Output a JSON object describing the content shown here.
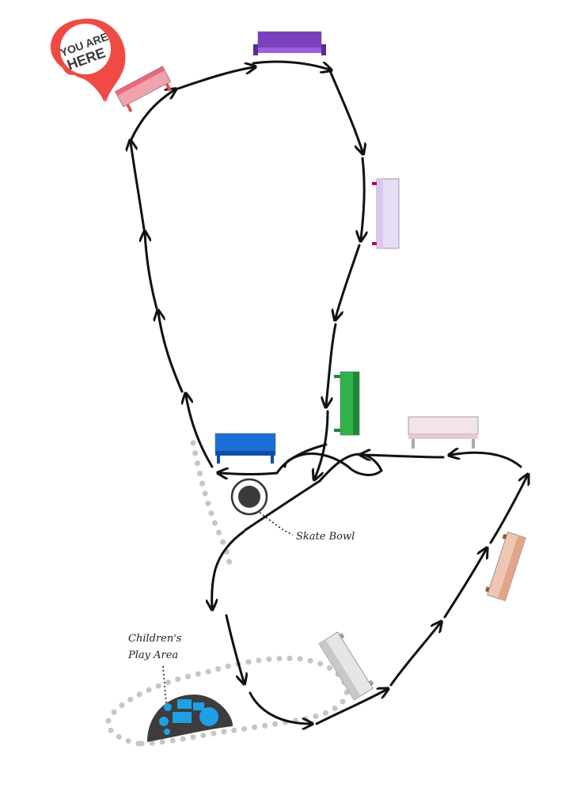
{
  "markers": {
    "you_are_here": {
      "line1": "YOU ARE",
      "line2": "HERE",
      "color": "#ef4a43"
    },
    "skate_bowl": {
      "label": "Skate Bowl"
    },
    "play_area": {
      "label_line1": "Children's",
      "label_line2": "Play Area"
    }
  },
  "route": {
    "direction_upper_loop": "clockwise",
    "direction_lower_loop": "counter-clockwise",
    "path_style": "hand-drawn black arrows",
    "footpath_style": "grey dotted"
  },
  "benches": [
    {
      "name": "bench-red",
      "color": "#e66a7a"
    },
    {
      "name": "bench-purple",
      "color": "#7b3fbf"
    },
    {
      "name": "bench-lavender",
      "color": "#d9c8ef"
    },
    {
      "name": "bench-green",
      "color": "#2fb24a"
    },
    {
      "name": "bench-blue",
      "color": "#1a6ed8"
    },
    {
      "name": "bench-pink-white",
      "color": "#e9c7d3"
    },
    {
      "name": "bench-peach",
      "color": "#e0a58c"
    },
    {
      "name": "bench-grey",
      "color": "#c8c8c8"
    }
  ],
  "colors": {
    "route": "#111111",
    "dots": "#c6c6c6",
    "playground": "#3d3d3d",
    "play_shapes": "#1ea0e6"
  }
}
